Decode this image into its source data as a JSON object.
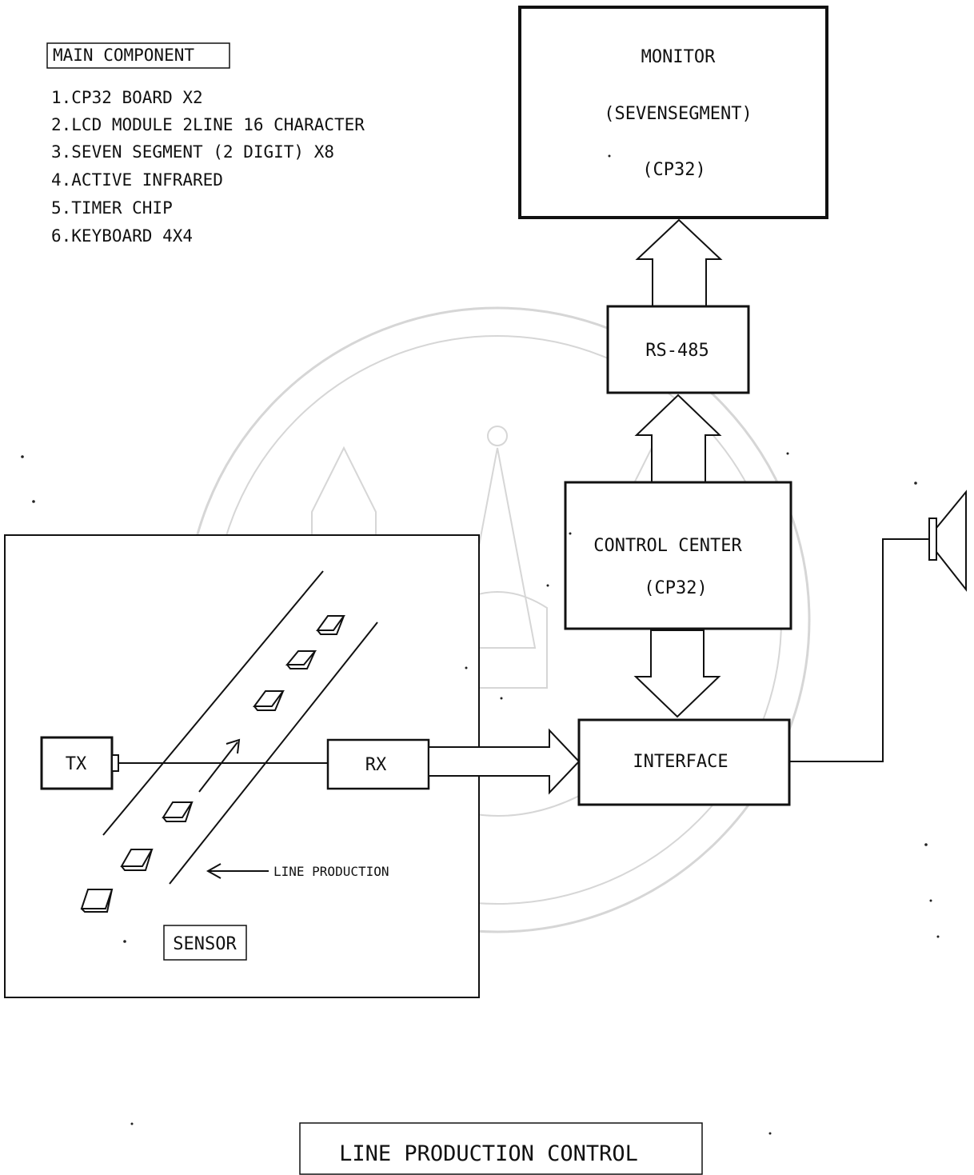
{
  "main_component": {
    "heading": "MAIN COMPONENT",
    "items": [
      "1.CP32 BOARD X2",
      "2.LCD MODULE 2LINE 16 CHARACTER",
      "3.SEVEN SEGMENT (2 DIGIT) X8",
      "4.ACTIVE INFRARED",
      "5.TIMER CHIP",
      "6.KEYBOARD 4X4"
    ]
  },
  "monitor": {
    "line1": "MONITOR",
    "line2": "(SEVENSEGMENT)",
    "line3": "(CP32)"
  },
  "rs485": {
    "label": "RS-485"
  },
  "control_center": {
    "line1": "CONTROL CENTER",
    "line2": "(CP32)"
  },
  "interface": {
    "label": "INTERFACE"
  },
  "sensor_panel": {
    "tx": "TX",
    "rx": "RX",
    "line_production": "LINE PRODUCTION",
    "sensor": "SENSOR"
  },
  "footer": {
    "title": "LINE PRODUCTION CONTROL"
  }
}
